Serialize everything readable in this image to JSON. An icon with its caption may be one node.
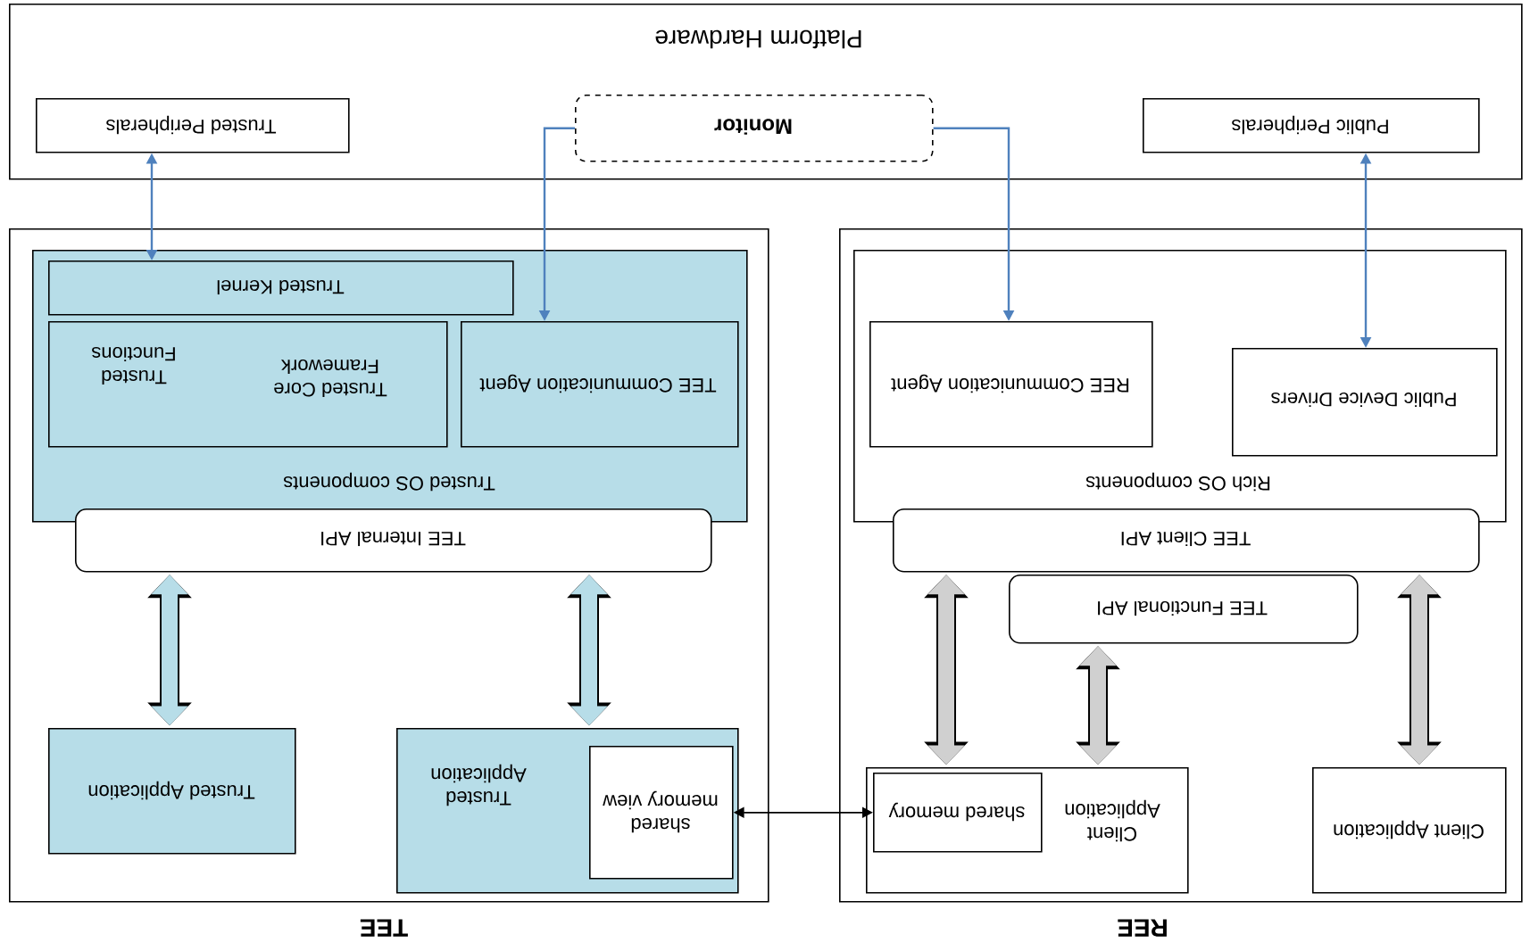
{
  "diagram": {
    "nodes": [
      {
        "text": [
          "Platform Hardware"
        ]
      },
      {
        "text": [
          "Trusted Peripherals"
        ],
        "in": 0
      },
      {
        "text": [
          "Monitor"
        ],
        "in": 0
      },
      {
        "text": [
          "Public Peripherals"
        ],
        "in": 0
      },
      {
        "text": [
          "TEE"
        ]
      },
      {
        "text": [
          "Trusted OS components"
        ],
        "in": 4
      },
      {
        "text": [
          "Trusted Kernel"
        ],
        "in": 5
      },
      {
        "text": [
          "Trusted Core Framework",
          "Trusted Functions"
        ],
        "in": 5
      },
      {
        "text": [
          "TEE Communication Agent"
        ],
        "in": 5
      },
      {
        "text": [
          "TEE Internal API"
        ],
        "in": 4
      },
      {
        "text": [
          "Trusted Application"
        ],
        "in": 4
      },
      {
        "text": [
          "Trusted Application"
        ],
        "in": 4
      },
      {
        "text": [
          "shared memory view"
        ],
        "in": 11
      },
      {
        "text": [
          "REE"
        ]
      },
      {
        "text": [
          "Rich OS components"
        ],
        "in": 13
      },
      {
        "text": [
          "REE Communication Agent"
        ],
        "in": 14
      },
      {
        "text": [
          "Public Device Drivers"
        ],
        "in": 14
      },
      {
        "text": [
          "TEE Client API"
        ],
        "in": 13
      },
      {
        "text": [
          "TEE Functional API"
        ],
        "in": 13
      },
      {
        "text": [
          "Client Application"
        ],
        "in": 13
      },
      {
        "text": [
          "shared memory"
        ],
        "in": 19
      },
      {
        "text": [
          "Client Application"
        ],
        "in": 13
      }
    ],
    "edges": [
      {
        "from": 1,
        "to": 6,
        "arrow": "both",
        "color": "#4f81bd"
      },
      {
        "from": 2,
        "to": 8,
        "arrow": "to",
        "color": "#4f81bd"
      },
      {
        "from": 2,
        "to": 15,
        "arrow": "to",
        "color": "#4f81bd"
      },
      {
        "from": 3,
        "to": 16,
        "arrow": "both",
        "color": "#4f81bd"
      },
      {
        "from": 9,
        "to": 10,
        "arrow": "both",
        "style": "thick",
        "color": "#b7dde8"
      },
      {
        "from": 9,
        "to": 11,
        "arrow": "both",
        "style": "thick",
        "color": "#b7dde8"
      },
      {
        "from": 12,
        "to": 20,
        "arrow": "both",
        "color": "#000000"
      },
      {
        "from": 17,
        "to": 19,
        "arrow": "both",
        "style": "thick",
        "color": "#d0d0d0"
      },
      {
        "from": 18,
        "to": 19,
        "arrow": "both",
        "style": "thick",
        "color": "#d0d0d0"
      },
      {
        "from": 17,
        "to": 21,
        "arrow": "both",
        "style": "thick",
        "color": "#d0d0d0"
      }
    ]
  }
}
